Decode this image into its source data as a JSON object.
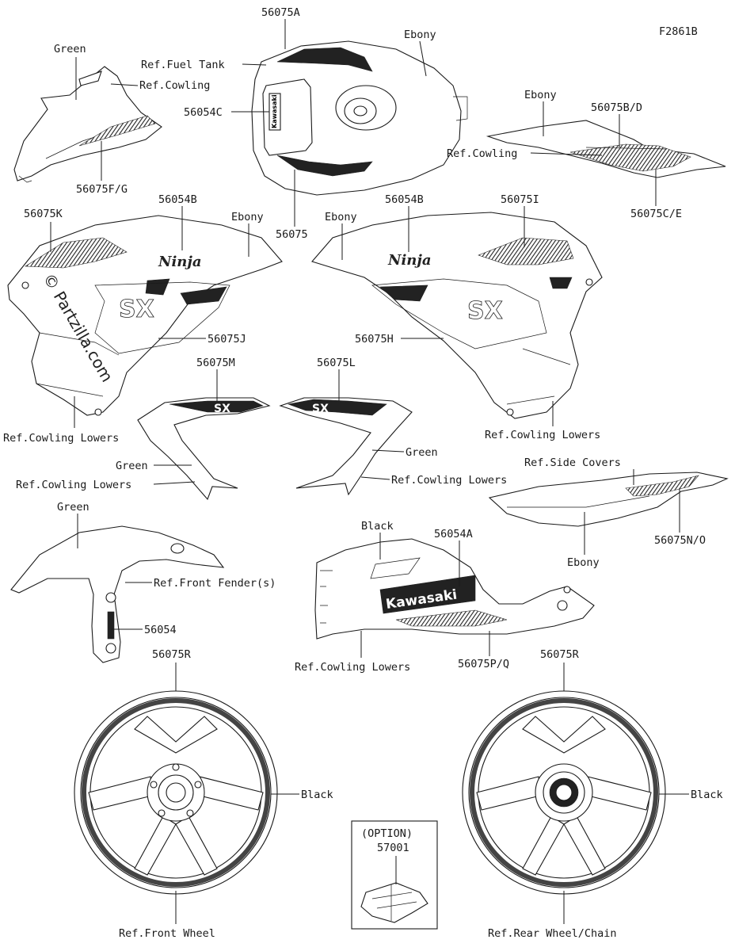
{
  "figure_code": "F2861B",
  "watermark": "© Partzilla.com",
  "labels": {
    "fuel_tank_num": "56075A",
    "ref_fuel_tank": "Ref.Fuel Tank",
    "tank_ebony": "Ebony",
    "tank_emblem_num": "56054C",
    "tank_lower_num": "56075",
    "front_cowl_green": "Green",
    "ref_cowling_front": "Ref.Cowling",
    "front_cowl_num": "56075F/G",
    "rear_cowl_ebony": "Ebony",
    "rear_cowl_num": "56075B/D",
    "ref_cowling_rear": "Ref.Cowling",
    "rear_cowl_lower_num": "56075C/E",
    "left_side_stripe_num": "56075K",
    "left_ninja_num": "56054B",
    "left_side_ebony": "Ebony",
    "left_sx_num": "56075J",
    "ref_cowling_lowers_left": "Ref.Cowling Lowers",
    "right_side_ebony": "Ebony",
    "right_ninja_num": "56054B",
    "right_side_stripe_num": "56075I",
    "right_sx_num": "56075H",
    "ref_cowling_lowers_right": "Ref.Cowling Lowers",
    "inner_left_num": "56075M",
    "inner_right_num": "56075L",
    "inner_left_green": "Green",
    "inner_right_green": "Green",
    "ref_cowling_lowers_inner_left": "Ref.Cowling Lowers",
    "ref_cowling_lowers_inner_right": "Ref.Cowling Lowers",
    "fender_green": "Green",
    "ref_front_fender": "Ref.Front Fender(s)",
    "fender_num": "56054",
    "ref_side_covers": "Ref.Side Covers",
    "side_cover_num": "56075N/O",
    "side_cover_ebony": "Ebony",
    "lower_black": "Black",
    "kawasaki_num": "56054A",
    "kawasaki_text": "Kawasaki",
    "ref_cowling_lowers_bottom": "Ref.Cowling Lowers",
    "lower_num": "56075P/Q",
    "front_wheel_num": "56075R",
    "front_wheel_black": "Black",
    "ref_front_wheel": "Ref.Front Wheel",
    "rear_wheel_num": "56075R",
    "rear_wheel_black": "Black",
    "ref_rear_wheel": "Ref.Rear Wheel/Chain",
    "option_label": "(OPTION)",
    "option_num": "57001",
    "ninja_text": "Ninja",
    "sx_text": "SX",
    "tank_emblem_text": "Kawasaki"
  }
}
